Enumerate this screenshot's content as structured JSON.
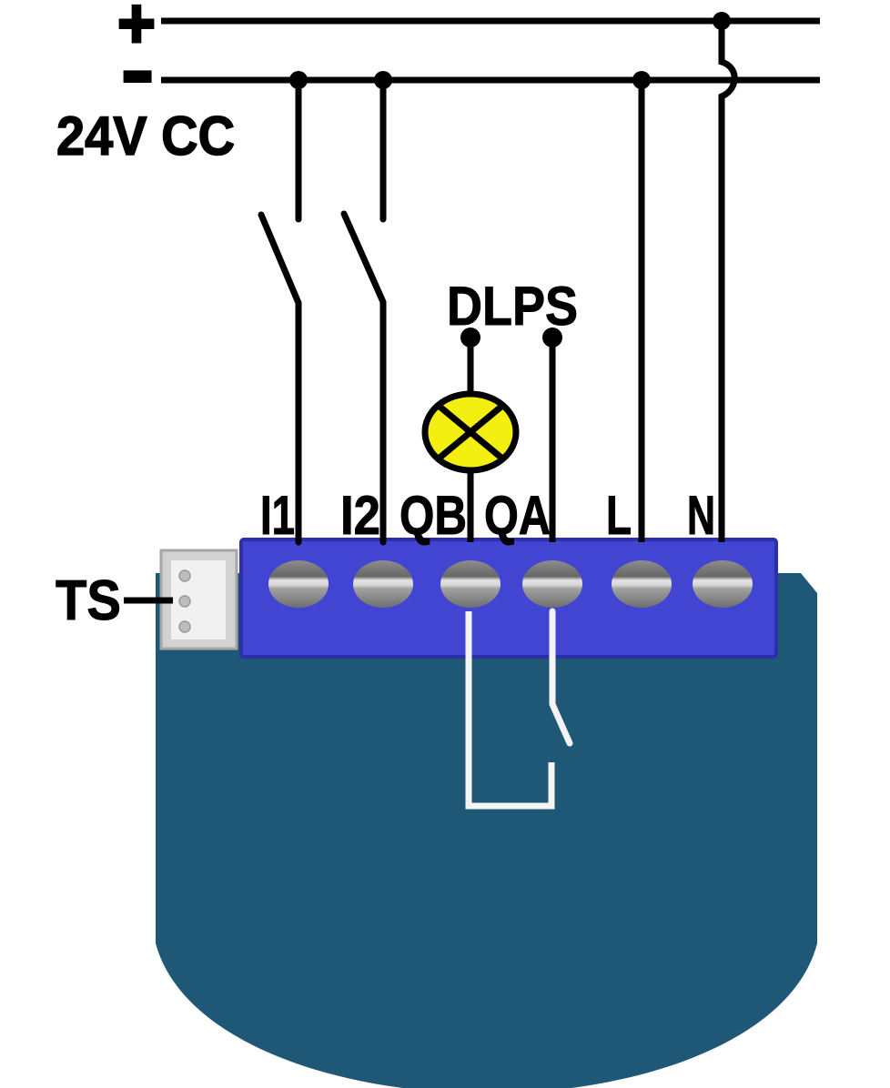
{
  "power_supply": {
    "plus": "+",
    "minus": "−",
    "label": "24V CC"
  },
  "load_label": "DLPS",
  "connector_label": "TS",
  "terminals": [
    {
      "label": "I1"
    },
    {
      "label": "I2"
    },
    {
      "label": "QB"
    },
    {
      "label": "QA"
    },
    {
      "label": "L"
    },
    {
      "label": "N"
    }
  ],
  "icons": {
    "lamp": "lamp-crossed-circle",
    "input_switches": "open-switch-contact",
    "relay_contact": "internal-open-contact",
    "crossover": "wire-hop"
  },
  "colors": {
    "background": "#ffffff",
    "wire": "#000000",
    "internal_wire": "#f4f4f4",
    "device_body": "#1f5877",
    "terminal_block": "#4145d2",
    "terminal_block_border": "#2b2fa8",
    "lamp_fill": "#f2ef11",
    "screw_top": "#8d8d8d",
    "screw_upper": "#676767",
    "screw_slot_light": "#e2e2e2",
    "screw_slot": "#d6d6d6",
    "screw_lower": "#a0a0a0",
    "screw_bottom": "#6e6e6e",
    "connector_outer": "#d2d2d2",
    "connector_outer_border": "#a6a6a6",
    "connector_inner": "#f1f1f1",
    "connector_pin": "#bdbdbd",
    "connector_pin_border": "#9a9a9a"
  }
}
